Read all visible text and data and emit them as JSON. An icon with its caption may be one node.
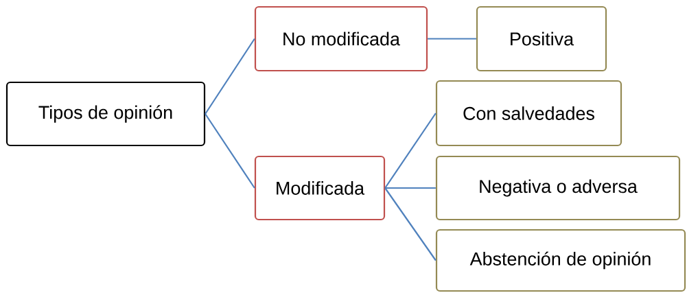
{
  "diagram": {
    "nodes": [
      {
        "text": [
          "Tipos de opinión"
        ]
      },
      {
        "text": [
          "No modificada"
        ]
      },
      {
        "text": [
          "Modificada"
        ]
      },
      {
        "text": [
          "Positiva"
        ]
      },
      {
        "text": [
          "Con salvedades"
        ]
      },
      {
        "text": [
          "Negativa o adversa"
        ]
      },
      {
        "text": [
          "Abstención de opinión"
        ]
      }
    ],
    "edges": [
      {
        "from": 0,
        "to": 1,
        "arrow": "none"
      },
      {
        "from": 0,
        "to": 2,
        "arrow": "none"
      },
      {
        "from": 1,
        "to": 3,
        "arrow": "none"
      },
      {
        "from": 2,
        "to": 4,
        "arrow": "none"
      },
      {
        "from": 2,
        "to": 5,
        "arrow": "none"
      },
      {
        "from": 2,
        "to": 6,
        "arrow": "none"
      }
    ]
  }
}
